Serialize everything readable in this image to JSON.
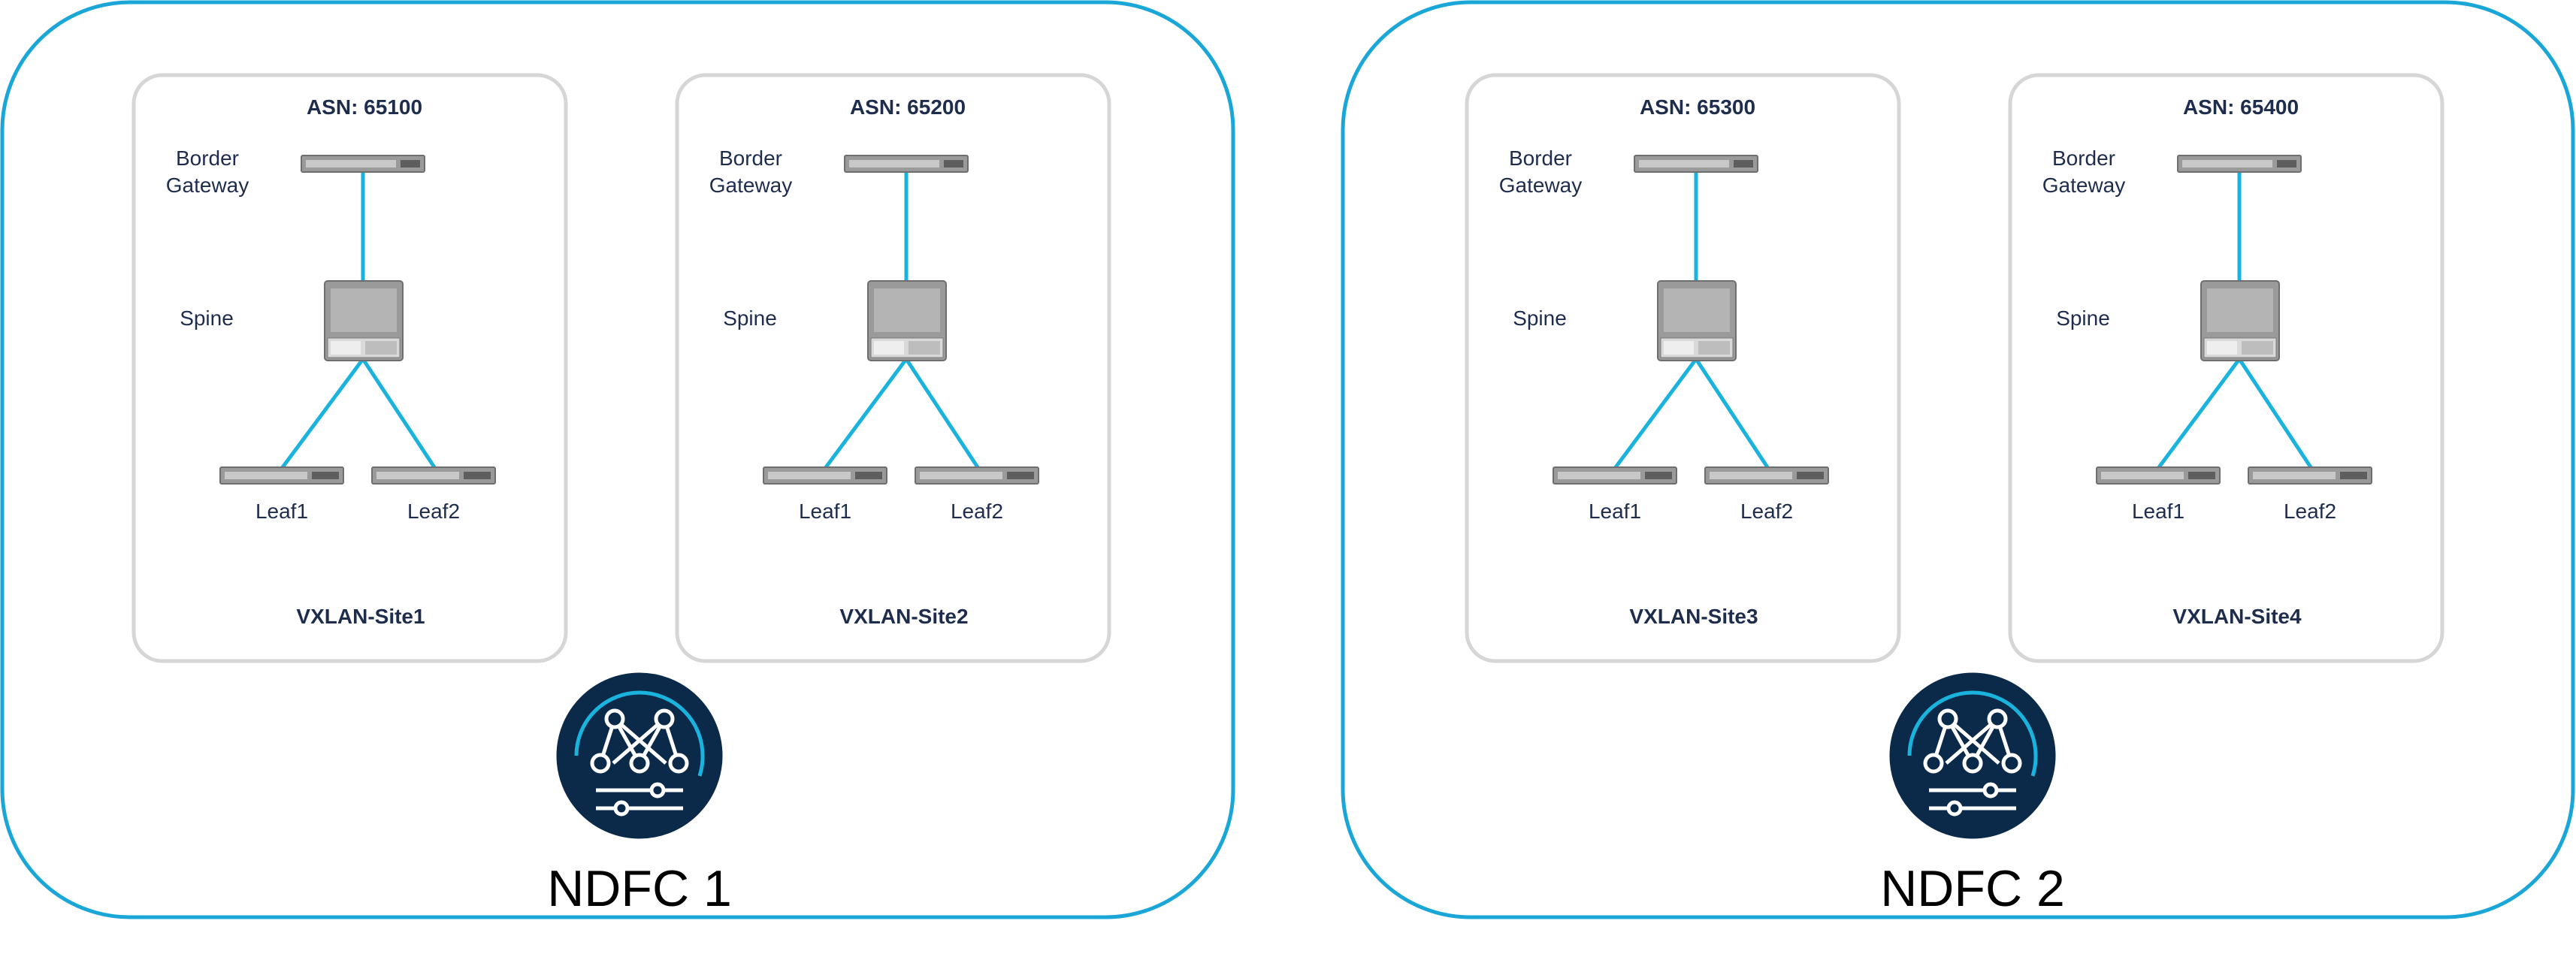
{
  "colors": {
    "controller_border": "#1aa7d8",
    "site_border": "#d6d6d6",
    "link": "#1ab3dd",
    "text": "#1f2d4d",
    "controller_icon_bg": "#0b2a4a",
    "controller_icon_ring": "#1ab3dd",
    "switch_body": "#9a9a9a"
  },
  "controllers": [
    {
      "label": "NDFC 1",
      "icon": "ndfc-controller-icon",
      "sites": [
        {
          "asn": "ASN: 65100",
          "name": "VXLAN-Site1",
          "border_gateway_label": "Border\nGateway",
          "spine_label": "Spine",
          "leaf1_label": "Leaf1",
          "leaf2_label": "Leaf2"
        },
        {
          "asn": "ASN: 65200",
          "name": "VXLAN-Site2",
          "border_gateway_label": "Border\nGateway",
          "spine_label": "Spine",
          "leaf1_label": "Leaf1",
          "leaf2_label": "Leaf2"
        }
      ]
    },
    {
      "label": "NDFC 2",
      "icon": "ndfc-controller-icon",
      "sites": [
        {
          "asn": "ASN: 65300",
          "name": "VXLAN-Site3",
          "border_gateway_label": "Border\nGateway",
          "spine_label": "Spine",
          "leaf1_label": "Leaf1",
          "leaf2_label": "Leaf2"
        },
        {
          "asn": "ASN: 65400",
          "name": "VXLAN-Site4",
          "border_gateway_label": "Border\nGateway",
          "spine_label": "Spine",
          "leaf1_label": "Leaf1",
          "leaf2_label": "Leaf2"
        }
      ]
    }
  ]
}
